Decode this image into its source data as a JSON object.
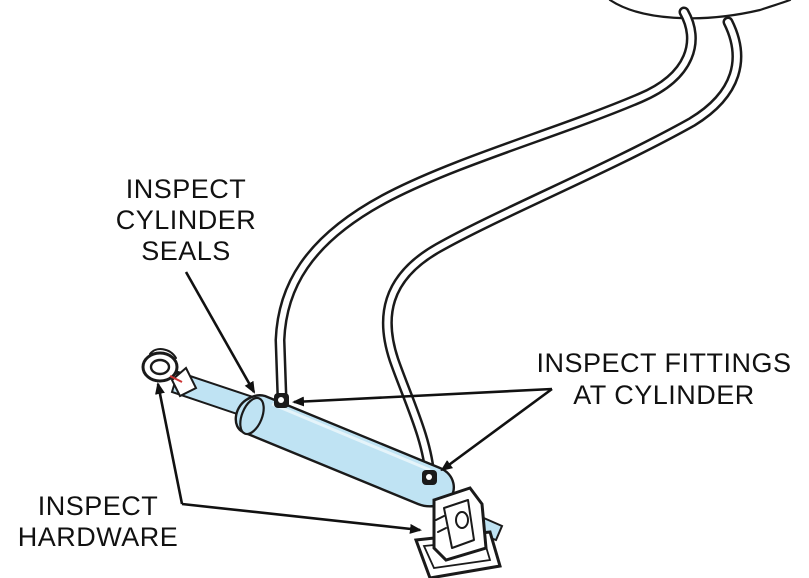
{
  "callouts": {
    "seals": [
      "INSPECT",
      "CYLINDER",
      "SEALS"
    ],
    "fittings": [
      "INSPECT FITTINGS",
      "AT CYLINDER"
    ],
    "hardware": [
      "INSPECT",
      "HARDWARE"
    ]
  },
  "colors": {
    "cylinder_fill": "#bfe3f3",
    "line": "#1a1a1a",
    "background": "#ffffff"
  }
}
